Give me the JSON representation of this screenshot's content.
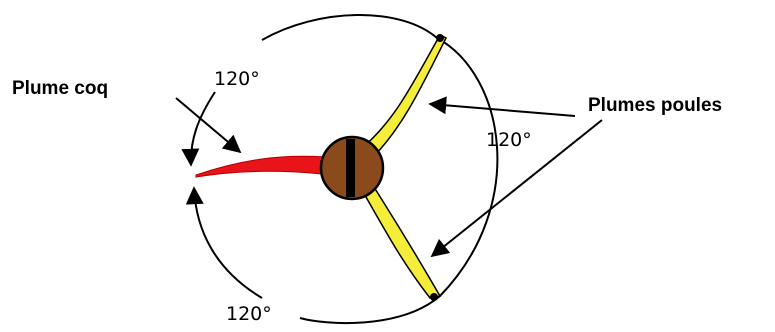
{
  "labels": {
    "rooster_feather": "Plume coq",
    "hen_feathers": "Plumes poules",
    "angle_top": "120°",
    "angle_right": "120°",
    "angle_bottom": "120°"
  },
  "colors": {
    "rooster_feather": "#e8141a",
    "hen_feather": "#f4ee3a",
    "nock": "#8a4a1c",
    "nock_slot": "#000000",
    "outline": "#000000"
  }
}
